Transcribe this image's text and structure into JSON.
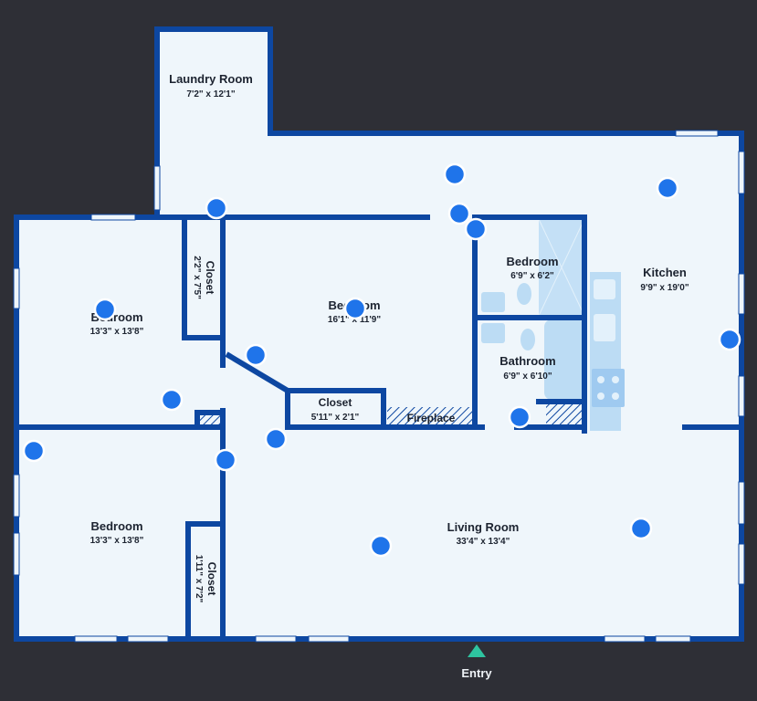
{
  "colors": {
    "background": "#2e2f36",
    "floor": "#eff6fb",
    "wall": "#0d47a1",
    "fixture": "#bcdcf4",
    "pin": "#1f74ea",
    "entry_marker": "#2ec4a0"
  },
  "rooms": {
    "laundry": {
      "name": "Laundry Room",
      "dims": "7'2\" x 12'1\""
    },
    "kitchen": {
      "name": "Kitchen",
      "dims": "9'9\" x 19'0\""
    },
    "bedroom_small": {
      "name": "Bedroom",
      "dims": "6'9\" x 6'2\""
    },
    "bathroom": {
      "name": "Bathroom",
      "dims": "6'9\" x 6'10\""
    },
    "bedroom_center": {
      "name": "Bedroom",
      "dims": "16'1\" x 11'9\""
    },
    "bedroom_upper_left": {
      "name": "Bedroom",
      "dims": "13'3\" x 13'8\""
    },
    "bedroom_lower_left": {
      "name": "Bedroom",
      "dims": "13'3\" x 13'8\""
    },
    "closet_upper": {
      "name": "Closet",
      "dims": "2'2\" x 7'5\""
    },
    "closet_center": {
      "name": "Closet",
      "dims": "5'11\" x 2'1\""
    },
    "closet_lower": {
      "name": "Closet",
      "dims": "1'11\" x 7'2\""
    },
    "fireplace": {
      "name": "Fireplace"
    },
    "living": {
      "name": "Living Room",
      "dims": "33'4\" x 13'4\""
    }
  },
  "entry": {
    "label": "Entry"
  },
  "icons": {
    "pin": "camera-viewpoint-pin-icon",
    "entry": "entry-arrow-icon"
  }
}
